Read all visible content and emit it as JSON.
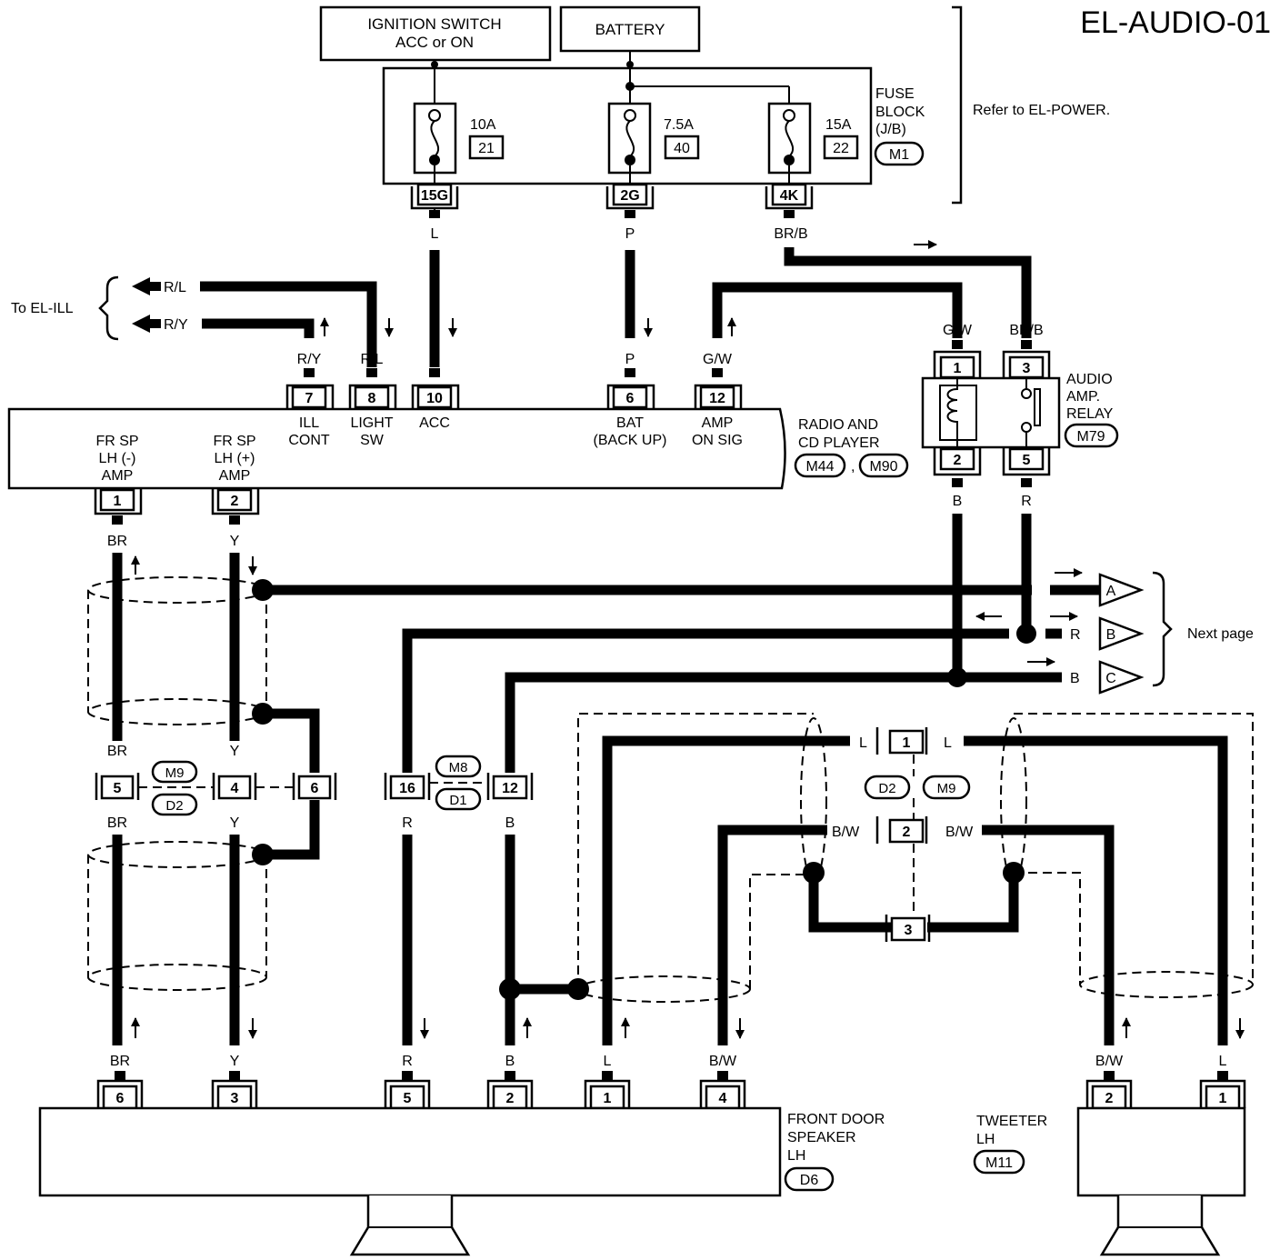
{
  "page_title": "EL-AUDIO-01",
  "sources": {
    "ignition_line1": "IGNITION SWITCH",
    "ignition_line2": "ACC or ON",
    "battery": "BATTERY"
  },
  "fuse_block": {
    "label_line1": "FUSE",
    "label_line2": "BLOCK",
    "label_line3": "(J/B)",
    "connector": "M1",
    "refer": "Refer to EL-POWER.",
    "fuses": [
      {
        "amps": "10A",
        "number": "21",
        "terminal": "15G",
        "wire": "L"
      },
      {
        "amps": "7.5A",
        "number": "40",
        "terminal": "2G",
        "wire": "P"
      },
      {
        "amps": "15A",
        "number": "22",
        "terminal": "4K",
        "wire": "BR/B"
      }
    ]
  },
  "to_el_ill": {
    "label": "To EL-ILL",
    "wires": [
      "R/L",
      "R/Y"
    ]
  },
  "radio": {
    "label_line1": "RADIO AND",
    "label_line2": "CD PLAYER",
    "connector1": "M44",
    "connector_sep": ",",
    "connector2": "M90",
    "top_pins": [
      {
        "wire": "R/Y",
        "pin": "7",
        "name1": "ILL",
        "name2": "CONT"
      },
      {
        "wire": "R/L",
        "pin": "8",
        "name1": "LIGHT",
        "name2": "SW"
      },
      {
        "wire": "L",
        "pin": "10",
        "name1": "ACC",
        "name2": ""
      },
      {
        "wire": "P",
        "pin": "6",
        "name1": "BAT",
        "name2": "(BACK UP)"
      },
      {
        "wire": "G/W",
        "pin": "12",
        "name1": "AMP",
        "name2": "ON SIG"
      }
    ],
    "bottom_pins": [
      {
        "name1": "FR SP",
        "name2": "LH (-)",
        "name3": "AMP",
        "pin": "1",
        "wire": "BR"
      },
      {
        "name1": "FR SP",
        "name2": "LH (+)",
        "name3": "AMP",
        "pin": "2",
        "wire": "Y"
      }
    ]
  },
  "relay": {
    "label_line1": "AUDIO",
    "label_line2": "AMP.",
    "label_line3": "RELAY",
    "connector": "M79",
    "pins": [
      {
        "pin": "1",
        "wire": "G/W"
      },
      {
        "pin": "3",
        "wire": "BR/B"
      },
      {
        "pin": "2",
        "wire": "B"
      },
      {
        "pin": "5",
        "wire": "R"
      }
    ]
  },
  "next_page": {
    "label": "Next page",
    "items": [
      {
        "id": "A",
        "wire": ""
      },
      {
        "id": "B",
        "wire": "R"
      },
      {
        "id": "C",
        "wire": "B"
      }
    ]
  },
  "joint_connectors": {
    "left": {
      "pins": [
        "5",
        "4",
        "6"
      ],
      "wire_top": [
        "BR",
        "Y"
      ],
      "wire_bottom": [
        "BR",
        "Y"
      ],
      "conn1": "M9",
      "conn2": "D2"
    },
    "mid": {
      "pins": [
        "16",
        "12"
      ],
      "wire_top": [
        "R",
        "B"
      ],
      "wire_bottom": [
        "R",
        "B"
      ],
      "conn1": "M8",
      "conn2": "D1"
    },
    "right": {
      "pins": [
        "1",
        "2",
        "3"
      ],
      "wires": [
        "L",
        "L",
        "B/W",
        "B/W"
      ],
      "conn1": "D2",
      "conn2": "M9"
    }
  },
  "front_door_speaker": {
    "label_line1": "FRONT DOOR",
    "label_line2": "SPEAKER",
    "label_line3": "LH",
    "connector": "D6",
    "pins": [
      {
        "wire": "BR",
        "pin": "6"
      },
      {
        "wire": "Y",
        "pin": "3"
      },
      {
        "wire": "R",
        "pin": "5"
      },
      {
        "wire": "B",
        "pin": "2"
      },
      {
        "wire": "L",
        "pin": "1"
      },
      {
        "wire": "B/W",
        "pin": "4"
      }
    ]
  },
  "tweeter": {
    "label_line1": "TWEETER",
    "label_line2": "LH",
    "connector": "M11",
    "pins": [
      {
        "wire": "B/W",
        "pin": "2"
      },
      {
        "wire": "L",
        "pin": "1"
      }
    ]
  }
}
